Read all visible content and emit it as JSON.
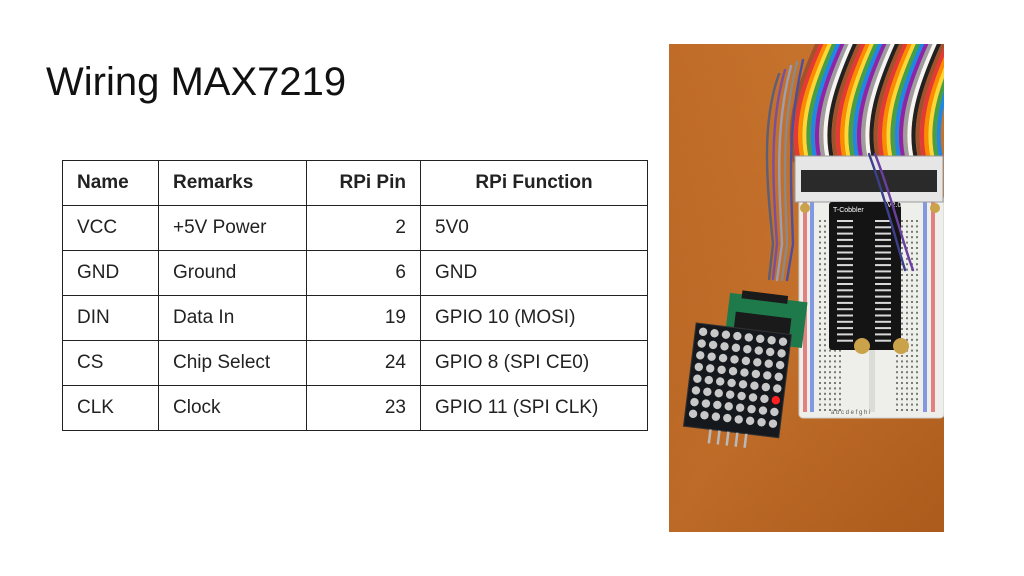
{
  "slide": {
    "title": "Wiring MAX7219"
  },
  "table": {
    "headers": [
      "Name",
      "Remarks",
      "RPi Pin",
      "RPi Function"
    ],
    "rows": [
      [
        "VCC",
        "+5V Power",
        "2",
        "5V0"
      ],
      [
        "GND",
        "Ground",
        "6",
        "GND"
      ],
      [
        "DIN",
        "Data In",
        "19",
        "GPIO 10 (MOSI)"
      ],
      [
        "CS",
        "Chip Select",
        "24",
        "GPIO 8 (SPI CE0)"
      ],
      [
        "CLK",
        "Clock",
        "23",
        "GPIO 11 (SPI CLK)"
      ]
    ]
  },
  "photo": {
    "board_labels": [
      "T-Cobbler",
      "V2.0"
    ],
    "breadboard_letters": "a b c d e      f g h i"
  },
  "colors": {
    "background": "#ffffff",
    "text": "#111111",
    "table_border": "#222222",
    "desk": "#c46e2a",
    "breadboard": "#eeeeea",
    "matrix_pcb": "#15181d",
    "led_on": "#ff2020"
  }
}
